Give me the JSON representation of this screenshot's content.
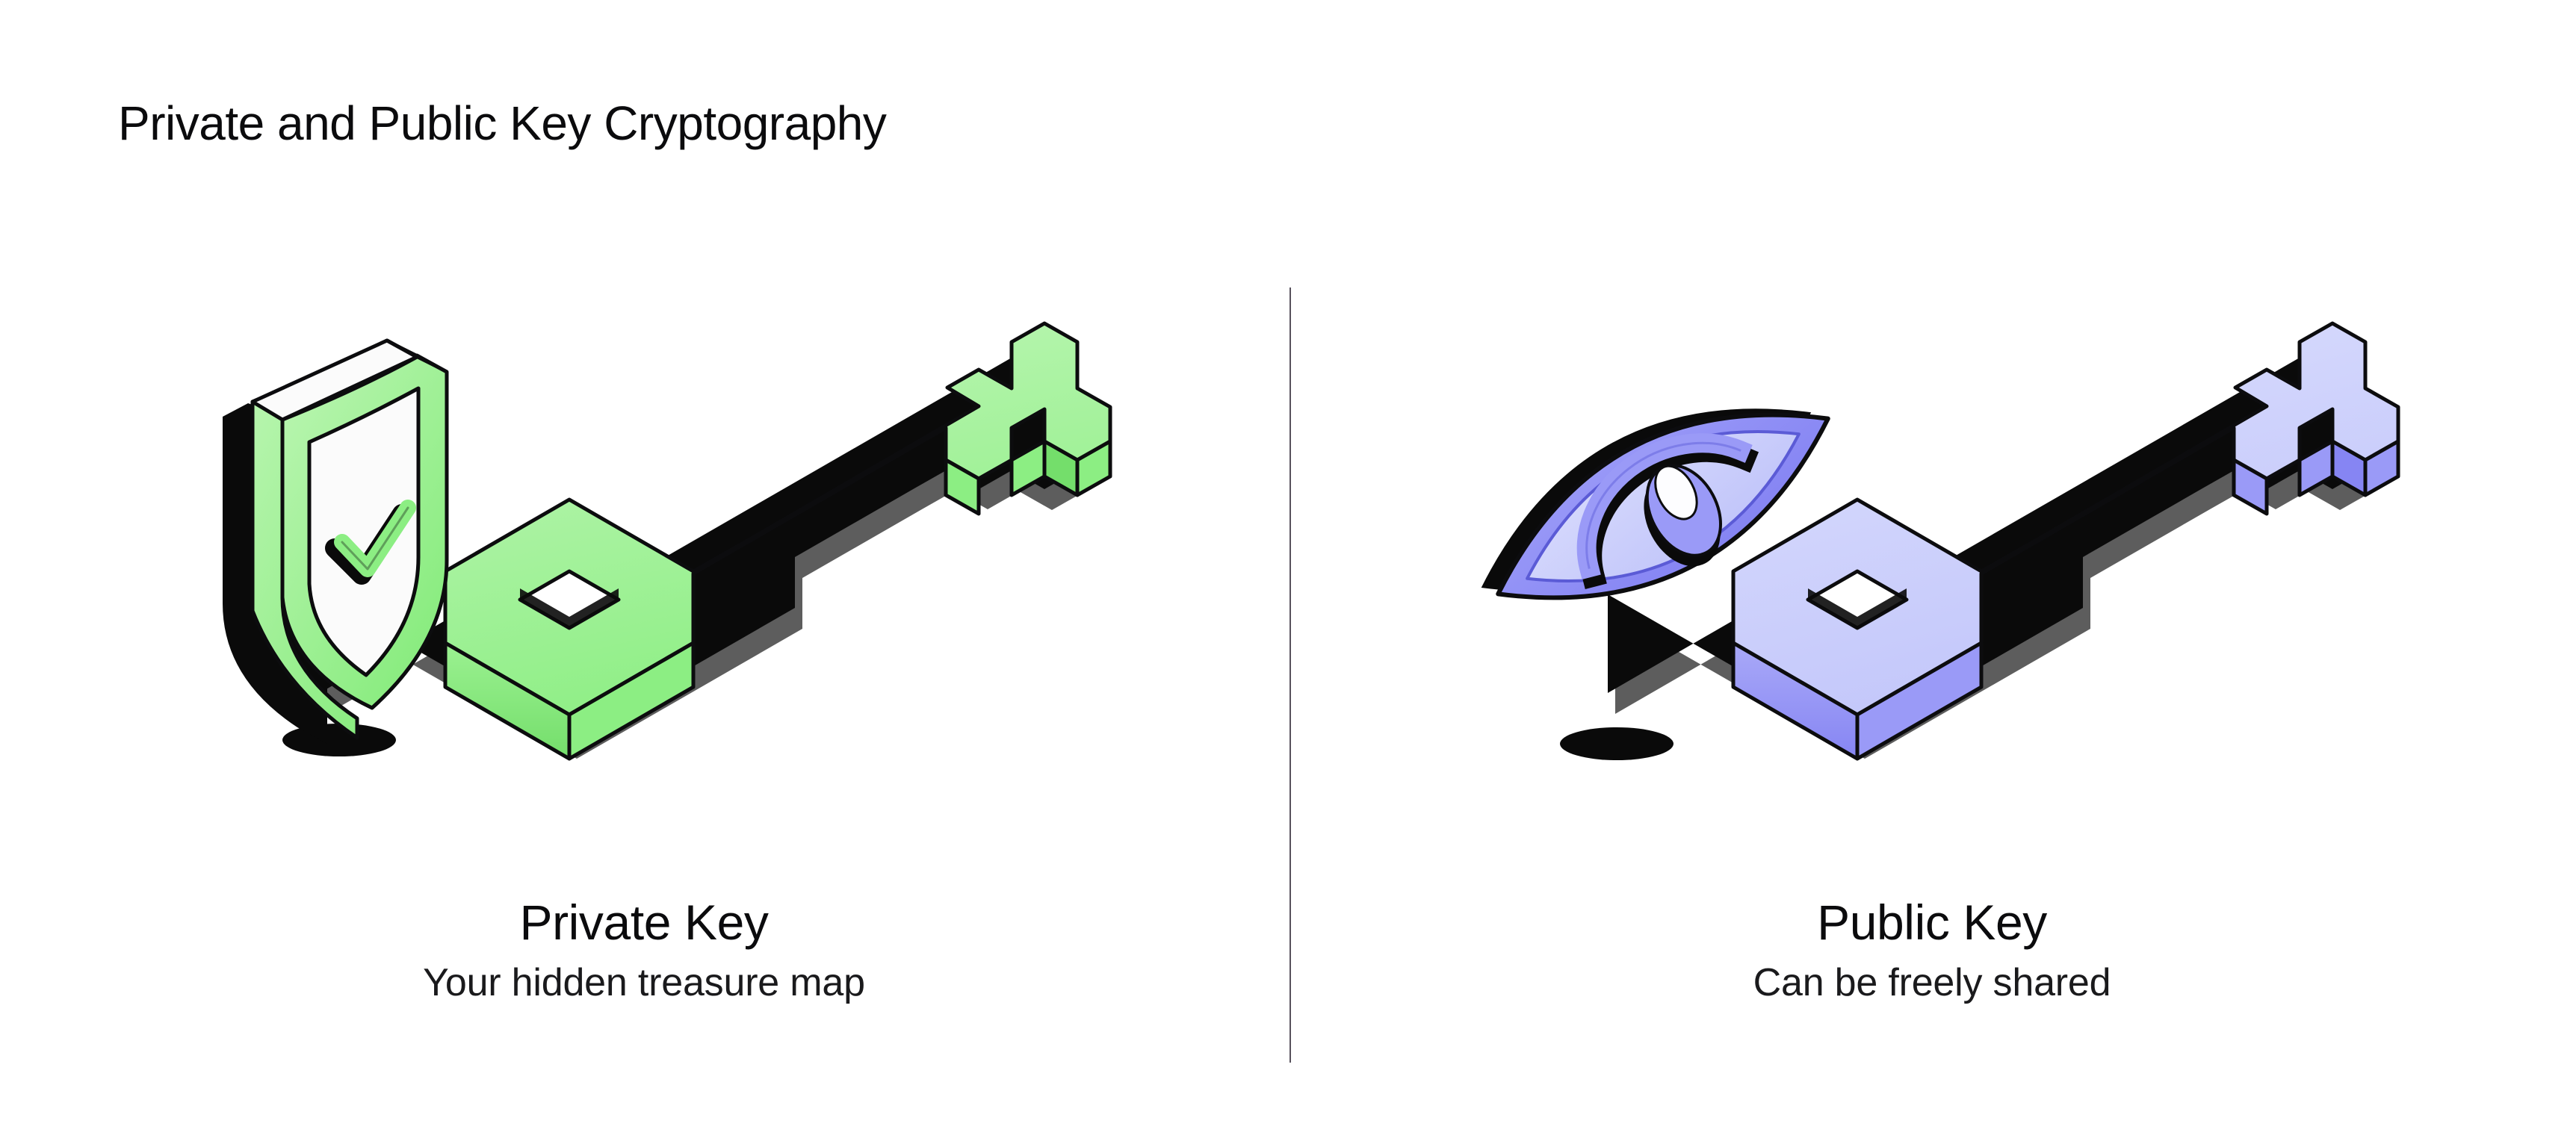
{
  "page": {
    "title": "Private and Public Key Cryptography",
    "background_color": "#ffffff",
    "text_color": "#0b0b0d"
  },
  "divider": {
    "orientation": "vertical",
    "color": "#3a3340"
  },
  "panels": [
    {
      "id": "private-key",
      "name": "Private Key",
      "caption": "Your hidden treasure map",
      "accent_color": "#8FEF8F",
      "accent_color_light": "#B6F7AE",
      "accent_color_dark": "#6FD96F",
      "outline_color": "#0c0c0e",
      "shadow_color": "#0a0a0a",
      "badge_icon": "shield-check-icon",
      "badge_fill": "#fbfbfb",
      "key_icon": "isometric-key-icon"
    },
    {
      "id": "public-key",
      "name": "Public Key",
      "caption": "Can be freely shared",
      "accent_color": "#8E8DF7",
      "accent_color_light": "#CBCDFB",
      "accent_color_dark": "#7A79EE",
      "outline_color": "#0c0c0e",
      "shadow_color": "#0a0a0a",
      "badge_icon": "eye-icon",
      "badge_fill": "#dcdefc",
      "key_icon": "isometric-key-icon"
    }
  ]
}
